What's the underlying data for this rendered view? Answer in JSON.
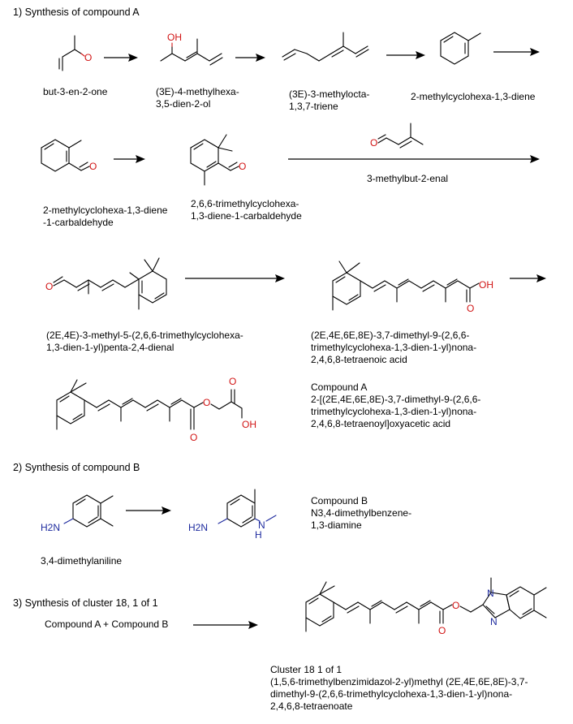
{
  "colors": {
    "oxygen": "#d11414",
    "nitrogen": "#1d2a9e",
    "bond": "#000000"
  },
  "sections": {
    "s1": "1) Synthesis of compound A",
    "s2": "2) Synthesis of compound B",
    "s3": "3) Synthesis of cluster 18, 1 of 1"
  },
  "atoms": {
    "O": "O",
    "OH": "OH",
    "H2N": "H2N",
    "H": "H",
    "N": "N"
  },
  "labels": {
    "but3en2one": "but-3-en-2-one",
    "methylhexadienol": [
      "(3E)-4-methylhexa-",
      "3,5-dien-2-ol"
    ],
    "methyloctatriene": [
      "(3E)-3-methylocta-",
      "1,3,7-triene"
    ],
    "methylcyclohexadiene": "2-methylcyclohexa-1,3-diene",
    "carbaldehyde": [
      "2-methylcyclohexa-1,3-diene",
      "-1-carbaldehyde"
    ],
    "trimethylcarbaldehyde": [
      "2,6,6-trimethylcyclohexa-",
      "1,3-diene-1-carbaldehyde"
    ],
    "methylbutenal": "3-methylbut-2-enal",
    "pentadienal": [
      "(2E,4E)-3-methyl-5-(2,6,6-trimethylcyclohexa-",
      "1,3-dien-1-yl)penta-2,4-dienal"
    ],
    "tetraenoic": [
      "(2E,4E,6E,8E)-3,7-dimethyl-9-(2,6,6-",
      "trimethylcyclohexa-1,3-dien-1-yl)nona-",
      "2,4,6,8-tetraenoic acid"
    ],
    "compoundA": [
      "Compound A",
      "2-[(2E,4E,6E,8E)-3,7-dimethyl-9-(2,6,6-",
      "trimethylcyclohexa-1,3-dien-1-yl)nona-",
      "2,4,6,8-tetraenoyl]oxyacetic acid"
    ],
    "dimethylaniline": "3,4-dimethylaniline",
    "compoundB": [
      "Compound B",
      "N3,4-dimethylbenzene-",
      "1,3-diamine"
    ],
    "reactants": "Compound A + Compound B",
    "cluster": [
      "Cluster 18 1 of 1",
      "(1,5,6-trimethylbenzimidazol-2-yl)methyl (2E,4E,6E,8E)-3,7-",
      "dimethyl-9-(2,6,6-trimethylcyclohexa-1,3-dien-1-yl)nona-",
      "2,4,6,8-tetraenoate"
    ]
  }
}
